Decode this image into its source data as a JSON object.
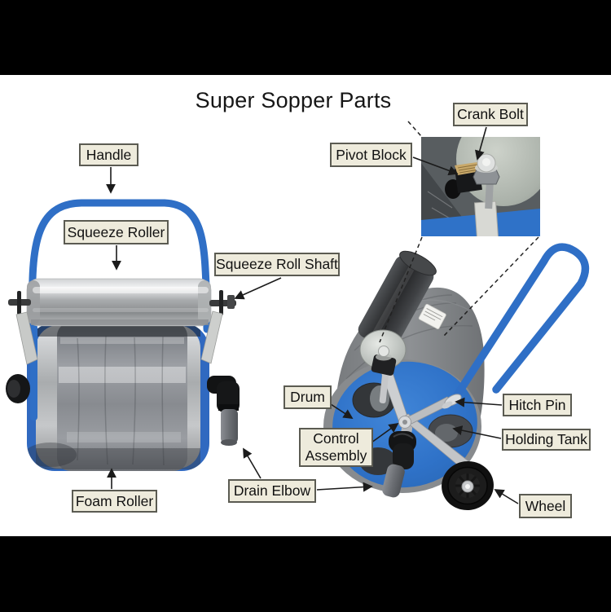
{
  "title": "Super Sopper Parts",
  "labels": {
    "handle": "Handle",
    "squeeze_roller": "Squeeze Roller",
    "squeeze_roll_shaft": "Squeeze Roll Shaft",
    "crank_bolt": "Crank Bolt",
    "pivot_block": "Pivot Block",
    "drum": "Drum",
    "hitch_pin": "Hitch Pin",
    "holding_tank": "Holding Tank",
    "control_assembly": "Control Assembly",
    "drain_elbow": "Drain Elbow",
    "foam_roller": "Foam Roller",
    "wheel": "Wheel"
  },
  "colors": {
    "page-bg": "#ffffff",
    "bar-black": "#000000",
    "label-bg": "#eeebdc",
    "label-border": "#5b5b52",
    "label-text": "#111111",
    "machine-blue": "#2f6fc6",
    "arrow-color": "#1b1b1b"
  }
}
